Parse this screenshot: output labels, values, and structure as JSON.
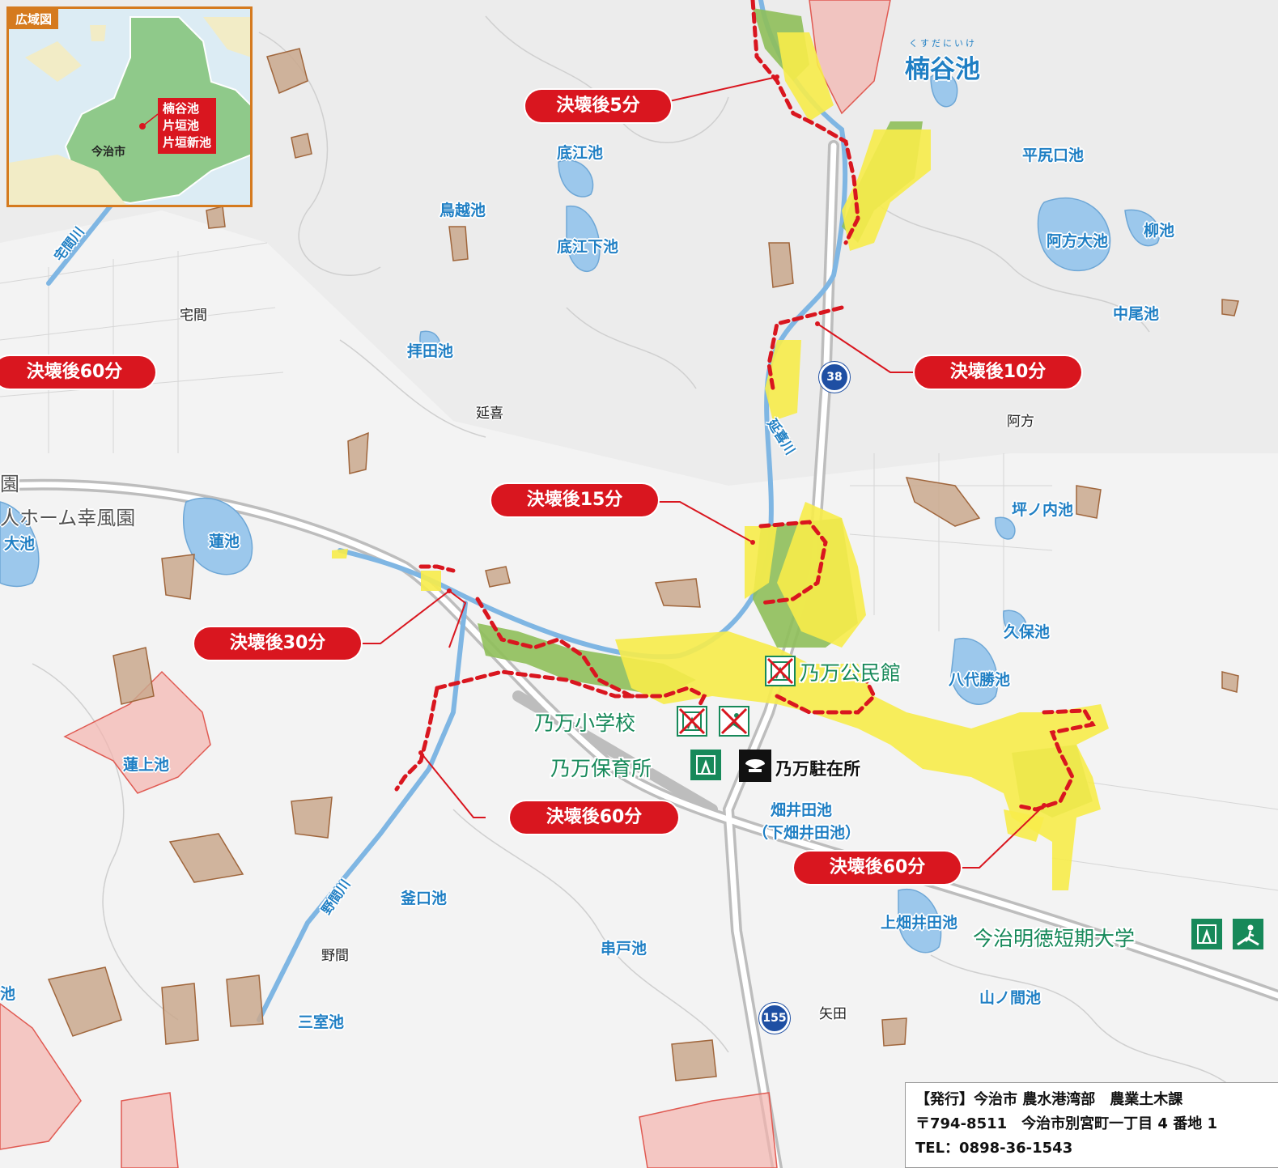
{
  "inset": {
    "title": "広域図",
    "city": "今治市",
    "ponds": [
      "楠谷池",
      "片垣池",
      "片垣新池"
    ]
  },
  "ponds": {
    "kusudani": "楠谷池",
    "kusudani_ruby": "くすだにいけ",
    "soko_e": "底江池",
    "torigoe": "鳥越池",
    "soko_e_shita": "底江下池",
    "hirajiriguchi": "平尻口池",
    "abo_o": "阿方大池",
    "yanagi": "柳池",
    "nakao": "中尾池",
    "haida": "拝田池",
    "tsubonouchi": "坪ノ内池",
    "ren": "蓮池",
    "o_left": "大池",
    "kubo": "久保池",
    "yashiro_katsu": "八代勝池",
    "rengami": "蓮上池",
    "hataida": "畑井田池",
    "hataida_sub": "（下畑井田池）",
    "kamaguchi": "釜口池",
    "kushido": "串戸池",
    "kami_hataida": "上畑井田池",
    "yamanoma": "山ノ間池",
    "mimuro": "三室池",
    "edge_left": "池"
  },
  "places": {
    "takuma": "宅間",
    "enki": "延喜",
    "akata": "阿方",
    "noma": "野間",
    "yata": "矢田"
  },
  "rivers": {
    "takuma_river": "宅間川",
    "enki_river": "延喜川",
    "noma_river": "野間川"
  },
  "misc": {
    "nursing_home": "人ホーム幸風園",
    "edge_char": "園"
  },
  "facilities": {
    "noma_hall": "乃万公民館",
    "noma_school": "乃万小学校",
    "noma_nursery": "乃万保育所",
    "police_box": "乃万駐在所",
    "college": "今治明徳短期大学"
  },
  "routes": {
    "r38": "38",
    "r155": "155"
  },
  "time_labels": {
    "t5": "決壊後5分",
    "t10": "決壊後10分",
    "t15": "決壊後15分",
    "t30": "決壊後30分",
    "t60_west": "決壊後60分",
    "t60_center": "決壊後60分",
    "t60_east": "決壊後60分"
  },
  "publisher": {
    "line1": "【発行】今治市 農水港湾部　農業土木課",
    "line2": "〒794-8511　今治市別宮町一丁目 4 番地 1",
    "line3": "TEL：0898-36-1543"
  },
  "colors": {
    "flood_shallow": "#f7ec4a",
    "flood_deep": "#8fbf5a",
    "water": "#9cc8ec",
    "danger_zone": "#f4b3ae",
    "landslide": "#b98a6a",
    "badge_red": "#d9161f",
    "facility_green": "#17895a"
  }
}
